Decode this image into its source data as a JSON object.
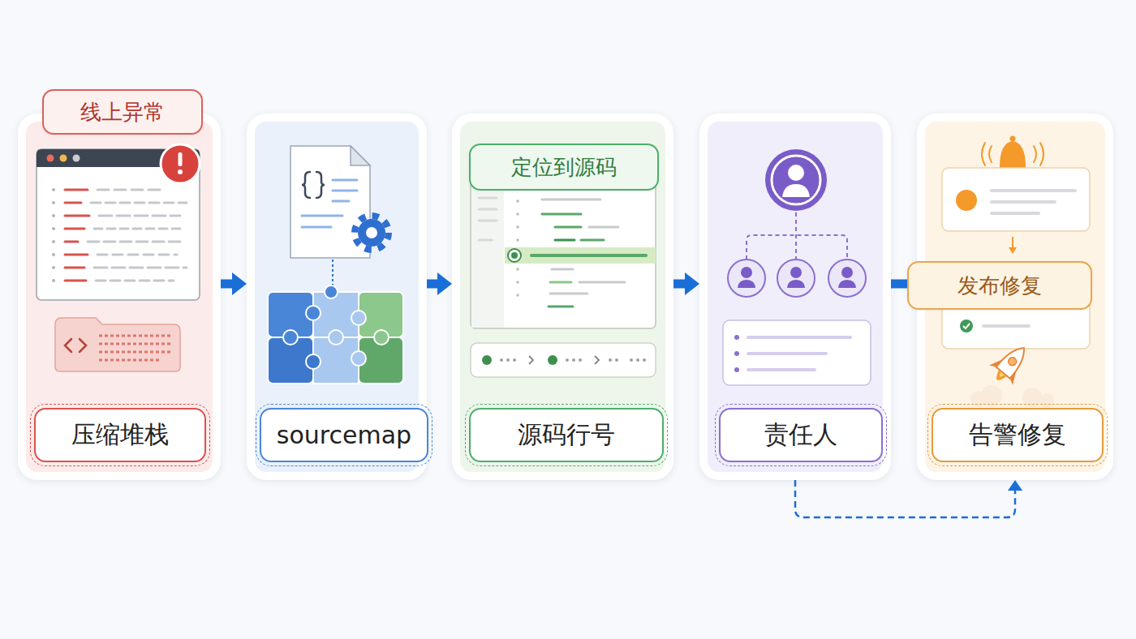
{
  "diagram": {
    "nodes": [
      {
        "text": [
          "压缩堆栈"
        ]
      },
      {
        "text": [
          "线上异常"
        ],
        "in": 0
      },
      {
        "text": [
          "sourcemap"
        ]
      },
      {
        "text": [
          "源码行号"
        ]
      },
      {
        "text": [
          "定位到源码"
        ],
        "in": 3
      },
      {
        "text": [
          "责任人"
        ]
      },
      {
        "text": [
          "告警修复"
        ]
      },
      {
        "text": [
          "发布修复"
        ],
        "in": 6
      }
    ],
    "edges": [
      {
        "from": 0,
        "to": 2,
        "arrow": "to"
      },
      {
        "from": 2,
        "to": 3,
        "arrow": "to"
      },
      {
        "from": 3,
        "to": 5,
        "arrow": "to"
      },
      {
        "from": 5,
        "to": 7,
        "arrow": "none"
      },
      {
        "from": 5,
        "to": 6,
        "arrow": "to"
      }
    ]
  }
}
